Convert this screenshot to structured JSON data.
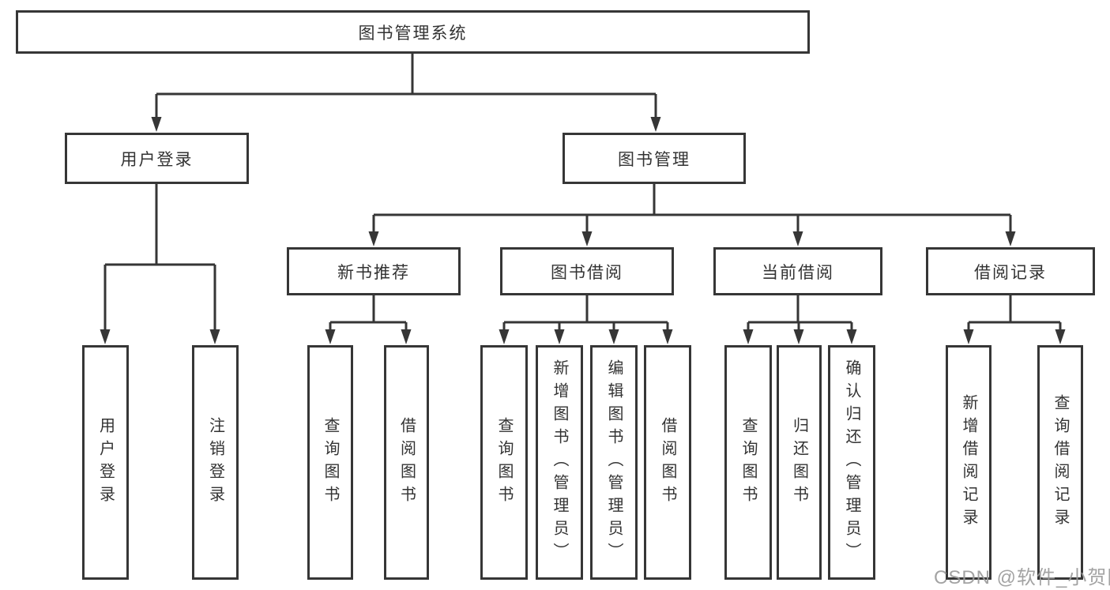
{
  "title_box": {
    "label": "图书管理系统"
  },
  "branches": [
    {
      "label": "用户登录",
      "children": [
        {
          "label": "用户登录"
        },
        {
          "label": "注销登录"
        }
      ]
    },
    {
      "label": "图书管理",
      "children": [
        {
          "label": "新书推荐",
          "children": [
            {
              "label": "查询图书"
            },
            {
              "label": "借阅图书"
            }
          ]
        },
        {
          "label": "图书借阅",
          "children": [
            {
              "label": "查询图书"
            },
            {
              "label": "新增图书（管理员）"
            },
            {
              "label": "编辑图书（管理员）"
            },
            {
              "label": "借阅图书"
            }
          ]
        },
        {
          "label": "当前借阅",
          "children": [
            {
              "label": "查询图书"
            },
            {
              "label": "归还图书"
            },
            {
              "label": "确认归还（管理员）"
            }
          ]
        },
        {
          "label": "借阅记录",
          "children": [
            {
              "label": "新增借阅记录"
            },
            {
              "label": "查询借阅记录"
            }
          ]
        }
      ]
    }
  ],
  "watermark": {
    "text": "CSDN @软件_小贺同学"
  },
  "colors": {
    "line": "#363636",
    "text": "#333333",
    "background": "#ffffff",
    "watermark": "#9b9b9b"
  }
}
